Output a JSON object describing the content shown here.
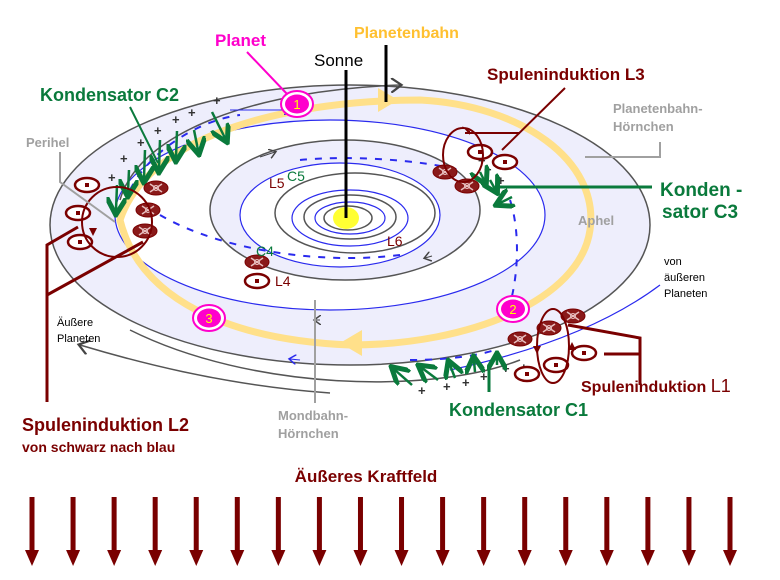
{
  "labels": {
    "planet": "Planet",
    "planetenbahn": "Planetenbahn",
    "sonne": "Sonne",
    "kondensator_c2": "Kondensator C2",
    "spuleninduktion_l3": "Spuleninduktion L3",
    "planetenbahn_hoernchen_1": "Planetenbahn-",
    "planetenbahn_hoernchen_2": "Hörnchen",
    "perihel": "Perihel",
    "aphel": "Aphel",
    "kondensator_c3_1": "Konden -",
    "kondensator_c3_2": "sator C3",
    "von_aeusseren_1": "von",
    "von_aeusseren_2": "äußeren",
    "von_aeusseren_3": "Planeten",
    "aeussere_planeten_1": "Äußere",
    "aeussere_planeten_2": "Planeten",
    "spuleninduktion_l1": "Spuleninduktion",
    "spuleninduktion_l1_suffix": "L1",
    "kondensator_c1": "Kondensator C1",
    "mondbahn_hoernchen_1": "Mondbahn-",
    "mondbahn_hoernchen_2": "Hörnchen",
    "spuleninduktion_l2": "Spuleninduktion L2",
    "spuleninduktion_l2_sub": "von schwarz nach blau",
    "aeusseres_kraftfeld": "Äußeres Kraftfeld",
    "l4": "L4",
    "l5": "L5",
    "l6": "L6",
    "c4": "C4",
    "c5": "C5"
  },
  "planets": [
    {
      "number": "1"
    },
    {
      "number": "2"
    },
    {
      "number": "3"
    }
  ],
  "symbols": {
    "plus": "+",
    "minus": "−"
  },
  "field_arrow_count": 18,
  "colors": {
    "planet": "#ff00cc",
    "planet_number": "#ffff00",
    "orbit_band": "#ffe08a",
    "orbit_fill": "#eeeefc",
    "title_orange": "#ffc030",
    "dark_red": "#7a0000",
    "green": "#0a7a3c",
    "blue": "#2a2aee",
    "gray": "#a0a0a0",
    "sun": "#ffff33"
  }
}
